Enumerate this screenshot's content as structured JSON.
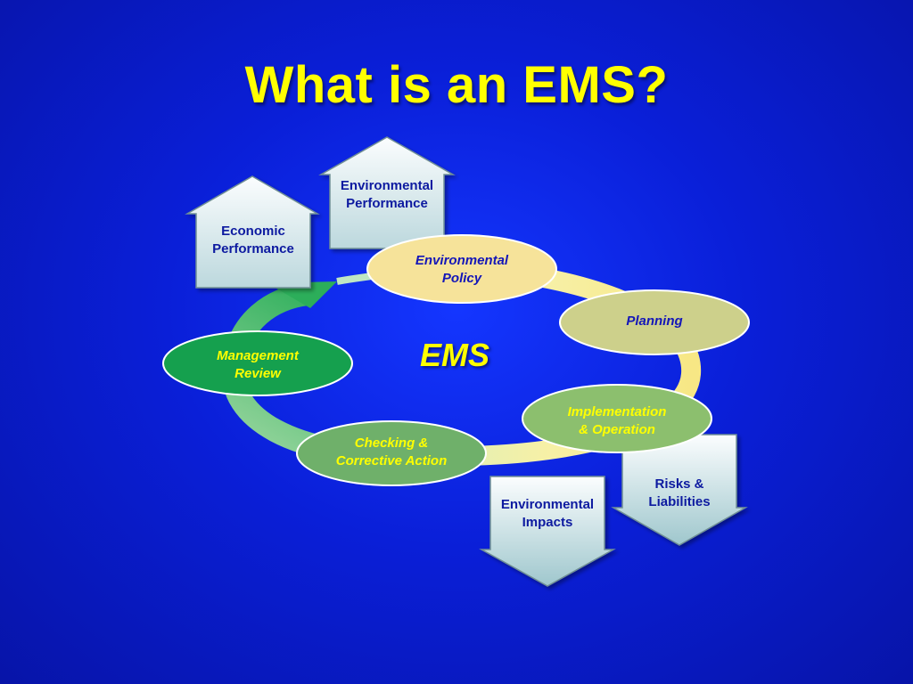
{
  "title": "What is an EMS?",
  "center_label": "EMS",
  "outcomes": {
    "economic_performance": [
      "Economic",
      "Performance"
    ],
    "environmental_performance": [
      "Environmental",
      "Performance"
    ],
    "environmental_impacts": [
      "Environmental",
      "Impacts"
    ],
    "risks_liabilities": [
      "Risks &",
      "Liabilities"
    ]
  },
  "cycle_steps": {
    "policy": [
      "Environmental",
      "Policy"
    ],
    "planning": [
      "Planning"
    ],
    "implementation": [
      "Implementation",
      "& Operation"
    ],
    "checking": [
      "Checking &",
      "Corrective Action"
    ],
    "review": [
      "Management",
      "Review"
    ]
  },
  "colors": {
    "title": "#ffff00",
    "background": "#0a1fd8",
    "cycle_yellow": "#f6ee9a",
    "cycle_green": "#2eaf5a",
    "policy_fill": "#f6e39a",
    "planning_fill": "#cdd08b",
    "implementation_fill": "#8cbf6e",
    "checking_fill": "#6fb06a",
    "review_fill": "#15a04e",
    "box_fill": "#eaf3f5"
  }
}
